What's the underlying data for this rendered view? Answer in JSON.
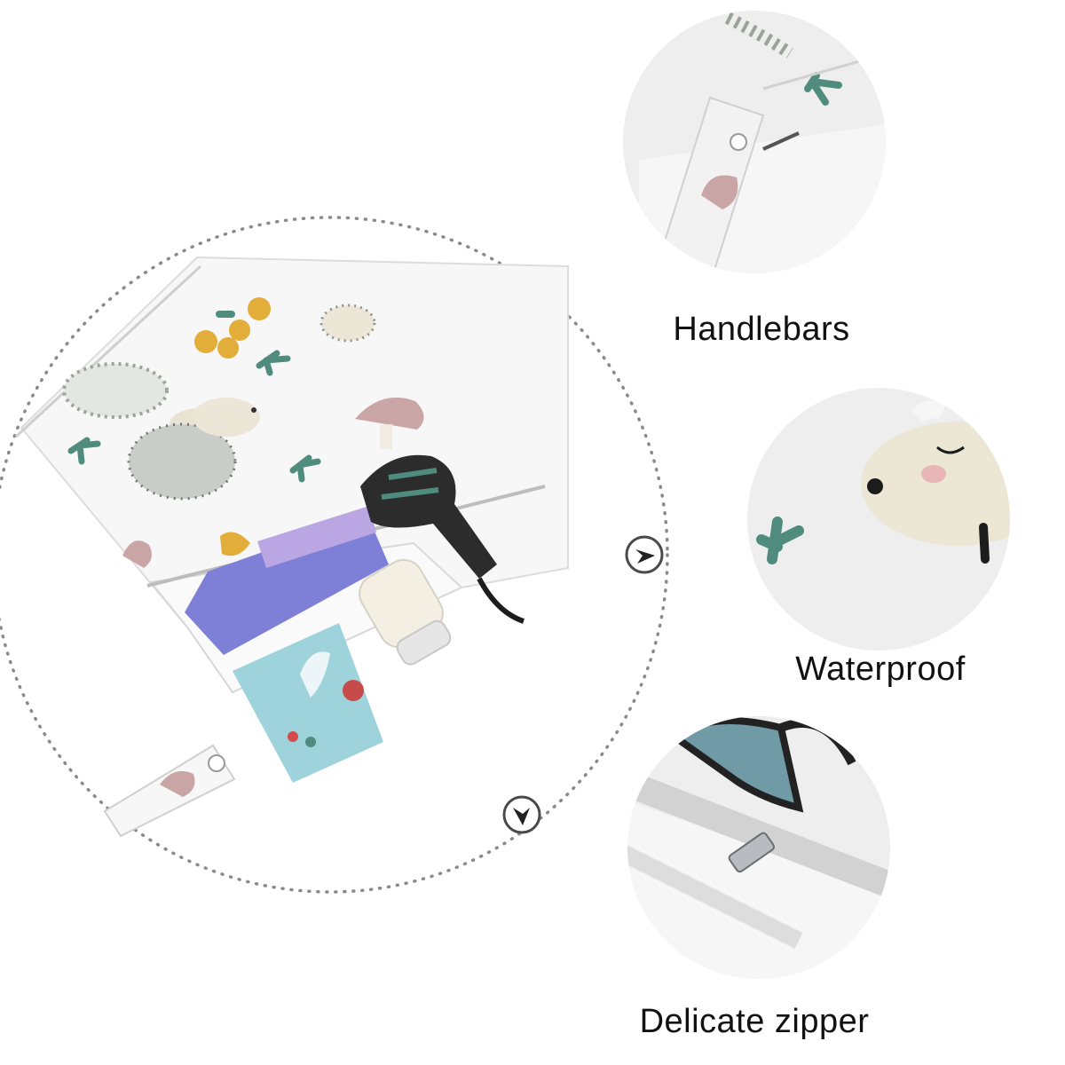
{
  "features": [
    {
      "label": "Handlebars"
    },
    {
      "label": "Waterproof"
    },
    {
      "label": "Delicate zipper"
    }
  ],
  "colors": {
    "dotted_circle": "#8a8a8a",
    "marker_ring": "#4a4a4a",
    "detail_circle_bg": "#eeeeee",
    "bag_body": "#f7f7f7",
    "hedgehog_spikes": "#9aa39a",
    "mushroom_pink": "#c9a5a5",
    "mushroom_yellow": "#e3ad3a",
    "leaf_teal": "#4f8c7e",
    "purple_pouch": "#7e7fd6",
    "card_blue": "#9fd3dc",
    "umbrella_dark": "#2c2c2c"
  },
  "icons": [
    "pointer-marker-icon"
  ]
}
